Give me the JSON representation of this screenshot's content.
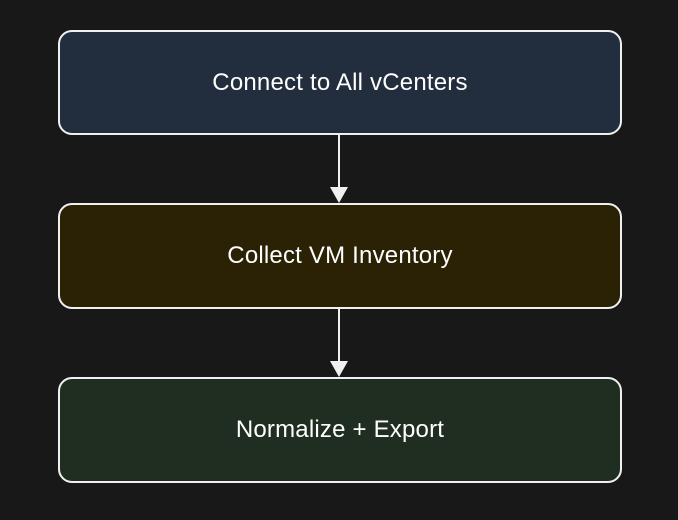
{
  "canvas": {
    "background": "#181818"
  },
  "flowchart": {
    "type": "flowchart",
    "direction": "top-down",
    "nodes": [
      {
        "id": "connect-vcenters",
        "label": "Connect to All vCenters",
        "fill": "#222d3d",
        "border": "#f0f0f0",
        "text_color": "#ffffff"
      },
      {
        "id": "collect-vm-inventory",
        "label": "Collect VM Inventory",
        "fill": "#2b2206",
        "border": "#f0f0f0",
        "text_color": "#ffffff"
      },
      {
        "id": "normalize-export",
        "label": "Normalize + Export",
        "fill": "#202e21",
        "border": "#f0f0f0",
        "text_color": "#ffffff"
      }
    ],
    "edges": [
      {
        "from": "connect-vcenters",
        "to": "collect-vm-inventory",
        "color": "#f0f0f0"
      },
      {
        "from": "collect-vm-inventory",
        "to": "normalize-export",
        "color": "#f0f0f0"
      }
    ]
  }
}
